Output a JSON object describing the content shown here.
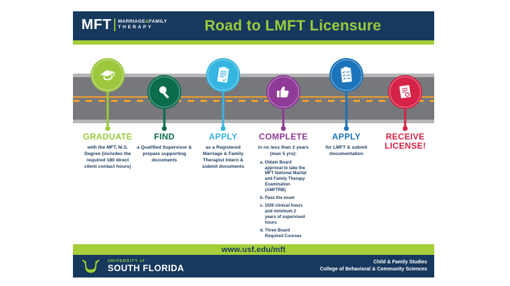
{
  "header": {
    "logo": {
      "mft": "MFT",
      "line1_a": "MARRIAGE",
      "amp": "&",
      "line1_b": "FAMILY",
      "line2": "THERAPY"
    },
    "title": "Road to LMFT Licensure"
  },
  "steps": [
    {
      "title": "GRADUATE",
      "color": "#9DC83E",
      "icon": "graduation-cap-icon",
      "body": "with the MFT, M.S. Degree (includes the required 180 direct client contact hours)"
    },
    {
      "title": "FIND",
      "color": "#0A6B4D",
      "icon": "magnifier-icon",
      "body": "a Qualified Supervisor & prepare supporting documents"
    },
    {
      "title": "APPLY",
      "color": "#35B5E0",
      "icon": "clipboard-icon",
      "body": "as a Registered Marriage & Family Therapist Intern & submit documents"
    },
    {
      "title": "COMPLETE",
      "color": "#8E3A96",
      "icon": "thumbs-up-icon",
      "body": "in no less than 2 years (max 5 yrs):",
      "list": [
        "a. Obtain Board approval to take the MFT National Marital and Family Therapy Examination (AMFTRB)",
        "b. Pass the exam",
        "c. 1500 clinical hours and minimum 2 years of supervised hours",
        "d. Three Board Required Courses"
      ]
    },
    {
      "title": "APPLY",
      "color": "#1C74BB",
      "icon": "checklist-icon",
      "body": "for LMFT & submit documentation"
    },
    {
      "title": "RECEIVE LICENSE!",
      "color": "#D62246",
      "icon": "certificate-icon",
      "body": ""
    }
  ],
  "footer": {
    "url": "www.usf.edu/mft",
    "university_small": "UNIVERSITY of",
    "university": "SOUTH FLORIDA",
    "dept_line1": "Child & Family Studies",
    "dept_line2": "College of Behavioral & Community Sciences"
  },
  "colors": {
    "navy": "#17395E",
    "lime": "#A6CE39",
    "title_green": "#9CCB3C",
    "road_gray": "#77787B",
    "road_edge": "#B4B5B7",
    "dash_orange": "#EFA02E",
    "text_navy": "#1B3C5F"
  }
}
